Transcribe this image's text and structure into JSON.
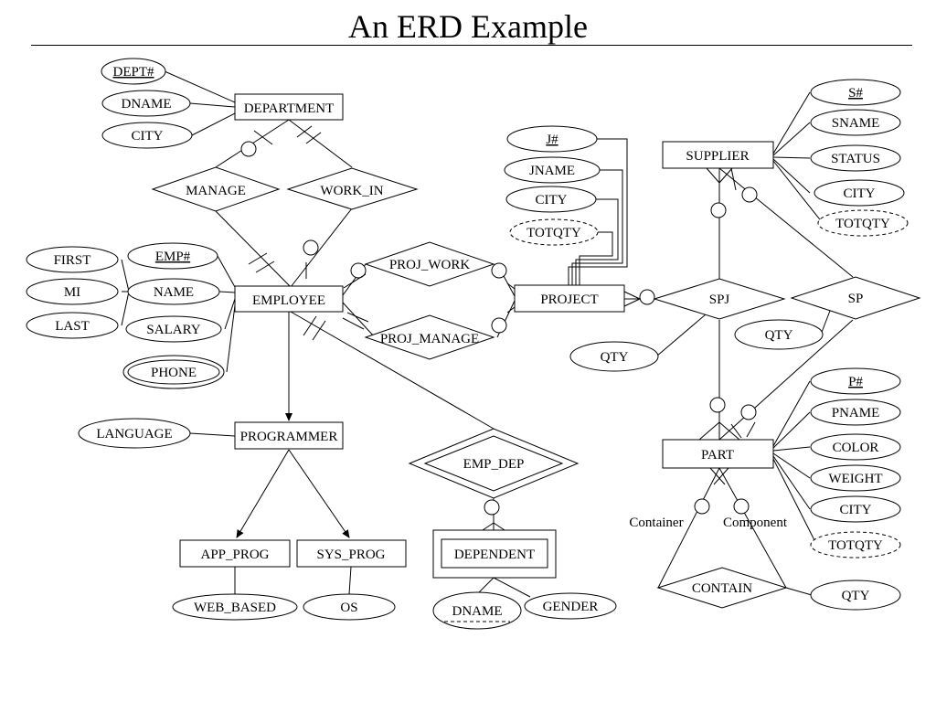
{
  "title": "An ERD Example",
  "entities": {
    "department": "DEPARTMENT",
    "employee": "EMPLOYEE",
    "programmer": "PROGRAMMER",
    "app_prog": "APP_PROG",
    "sys_prog": "SYS_PROG",
    "dependent": "DEPENDENT",
    "project": "PROJECT",
    "supplier": "SUPPLIER",
    "part": "PART"
  },
  "relationships": {
    "manage": "MANAGE",
    "work_in": "WORK_IN",
    "proj_work": "PROJ_WORK",
    "proj_manage": "PROJ_MANAGE",
    "emp_dep": "EMP_DEP",
    "spj": "SPJ",
    "sp": "SP",
    "contain": "CONTAIN"
  },
  "attributes": {
    "dept_no": "DEPT#",
    "dept_dname": "DNAME",
    "dept_city": "CITY",
    "emp_no": "EMP#",
    "emp_name": "NAME",
    "emp_first": "FIRST",
    "emp_mi": "MI",
    "emp_last": "LAST",
    "emp_salary": "SALARY",
    "emp_phone": "PHONE",
    "prog_language": "LANGUAGE",
    "app_web_based": "WEB_BASED",
    "sys_os": "OS",
    "dep_dname": "DNAME",
    "dep_gender": "GENDER",
    "proj_j_no": "J#",
    "proj_jname": "JNAME",
    "proj_city": "CITY",
    "proj_totqty": "TOTQTY",
    "spj_qty": "QTY",
    "sp_qty": "QTY",
    "sup_s_no": "S#",
    "sup_sname": "SNAME",
    "sup_status": "STATUS",
    "sup_city": "CITY",
    "sup_totqty": "TOTQTY",
    "part_p_no": "P#",
    "part_pname": "PNAME",
    "part_color": "COLOR",
    "part_weight": "WEIGHT",
    "part_city": "CITY",
    "part_totqty": "TOTQTY",
    "contain_qty": "QTY"
  },
  "roles": {
    "container": "Container",
    "component": "Component"
  }
}
